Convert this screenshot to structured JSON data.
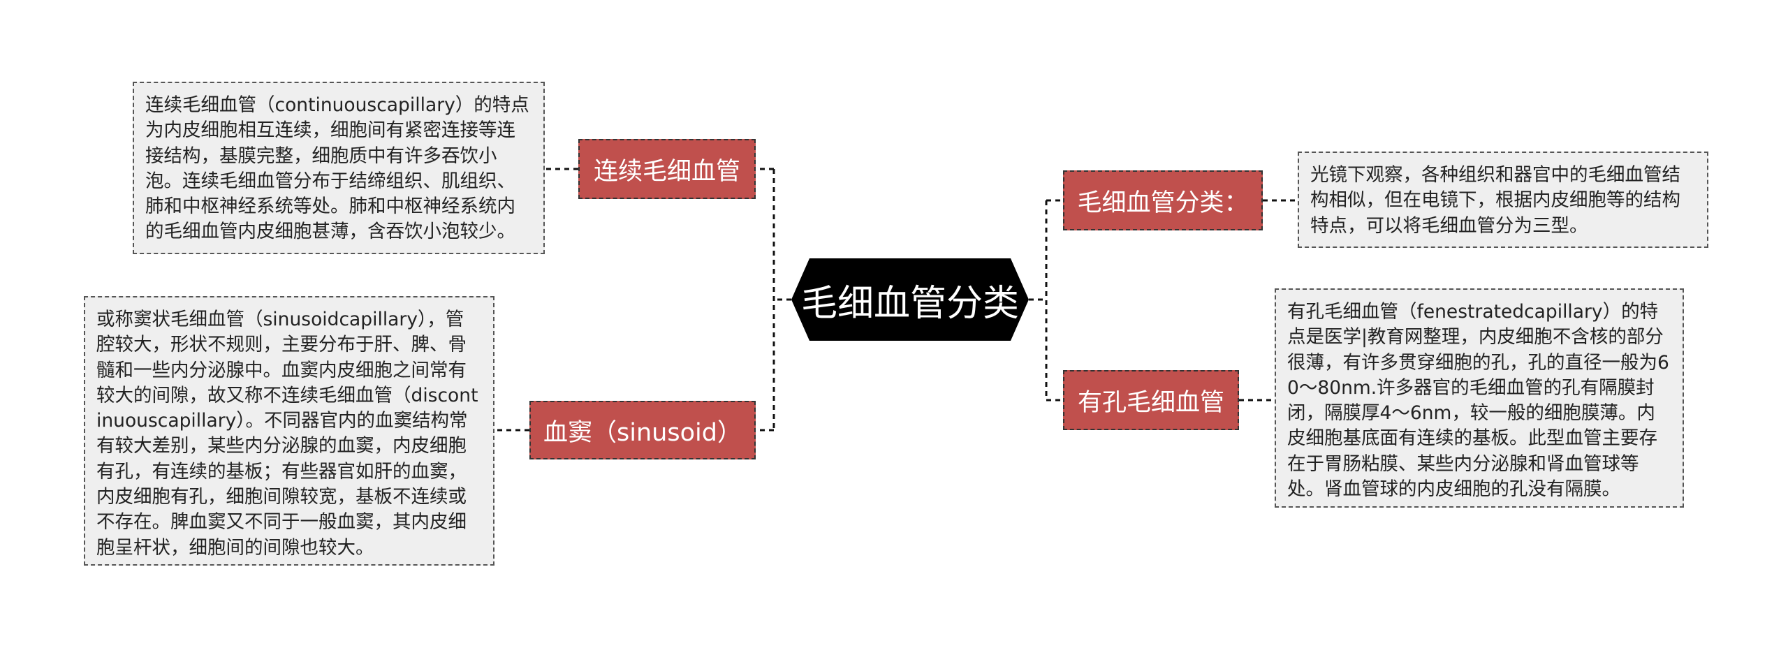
{
  "root": {
    "label": "毛细血管分类"
  },
  "topics": {
    "continuous": "连续毛细血管",
    "sinusoid": "血窦（sinusoid）",
    "classification": "毛细血管分类：",
    "fenestrated": "有孔毛细血管"
  },
  "notes": {
    "continuous": "连续毛细血管（continuouscapillary）的特点为内皮细胞相互连续，细胞间有紧密连接等连接结构，基膜完整，细胞质中有许多吞饮小泡。连续毛细血管分布于结缔组织、肌组织、肺和中枢神经系统等处。肺和中枢神经系统内的毛细血管内皮细胞甚薄，含吞饮小泡较少。",
    "sinusoid": "或称窦状毛细血管（sinusoidcapillary），管腔较大，形状不规则，主要分布于肝、脾、骨髓和一些内分泌腺中。血窦内皮细胞之间常有较大的间隙，故又称不连续毛细血管（discontinuouscapillary）。不同器官内的血窦结构常有较大差别，某些内分泌腺的血窦，内皮细胞有孔，有连续的基板；有些器官如肝的血窦，内皮细胞有孔，细胞间隙较宽，基板不连续或不存在。脾血窦又不同于一般血窦，其内皮细胞呈杆状，细胞间的间隙也较大。",
    "classification": "光镜下观察，各种组织和器官中的毛细血管结构相似，但在电镜下，根据内皮细胞等的结构特点，可以将毛细血管分为三型。",
    "fenestrated": "有孔毛细血管（fenestratedcapillary）的特点是医学|教育网整理，内皮细胞不含核的部分很薄，有许多贯穿细胞的孔，孔的直径一般为60～80nm.许多器官的毛细血管的孔有隔膜封闭，隔膜厚4～6nm，较一般的细胞膜薄。内皮细胞基底面有连续的基板。此型血管主要存在于胃肠粘膜、某些内分泌腺和肾血管球等处。肾血管球的内皮细胞的孔没有隔膜。"
  },
  "colors": {
    "topic_fill": "#c0504d",
    "note_fill": "#efefef",
    "root_fill": "#000000",
    "connector": "#111111"
  }
}
